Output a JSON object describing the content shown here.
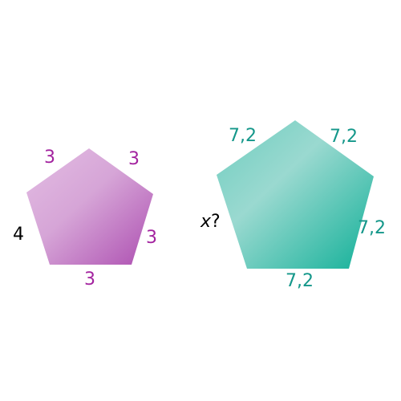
{
  "colors": {
    "purple_light": "#dcaedc",
    "purple_dark": "#b254b5",
    "teal_light": "#a8ddd6",
    "teal_dark": "#16b39e",
    "purple_text": "#a3239f",
    "teal_text": "#14978a",
    "black_text": "#000000"
  },
  "small_pentagon": {
    "side_top_left": "3",
    "side_top_right": "3",
    "side_right": "3",
    "side_bottom": "3",
    "side_left": "4"
  },
  "large_pentagon": {
    "side_top_left": "7,2",
    "side_top_right": "7,2",
    "side_right": "7,2",
    "side_bottom": "7,2",
    "side_left_var": "x",
    "side_left_q": "?"
  }
}
